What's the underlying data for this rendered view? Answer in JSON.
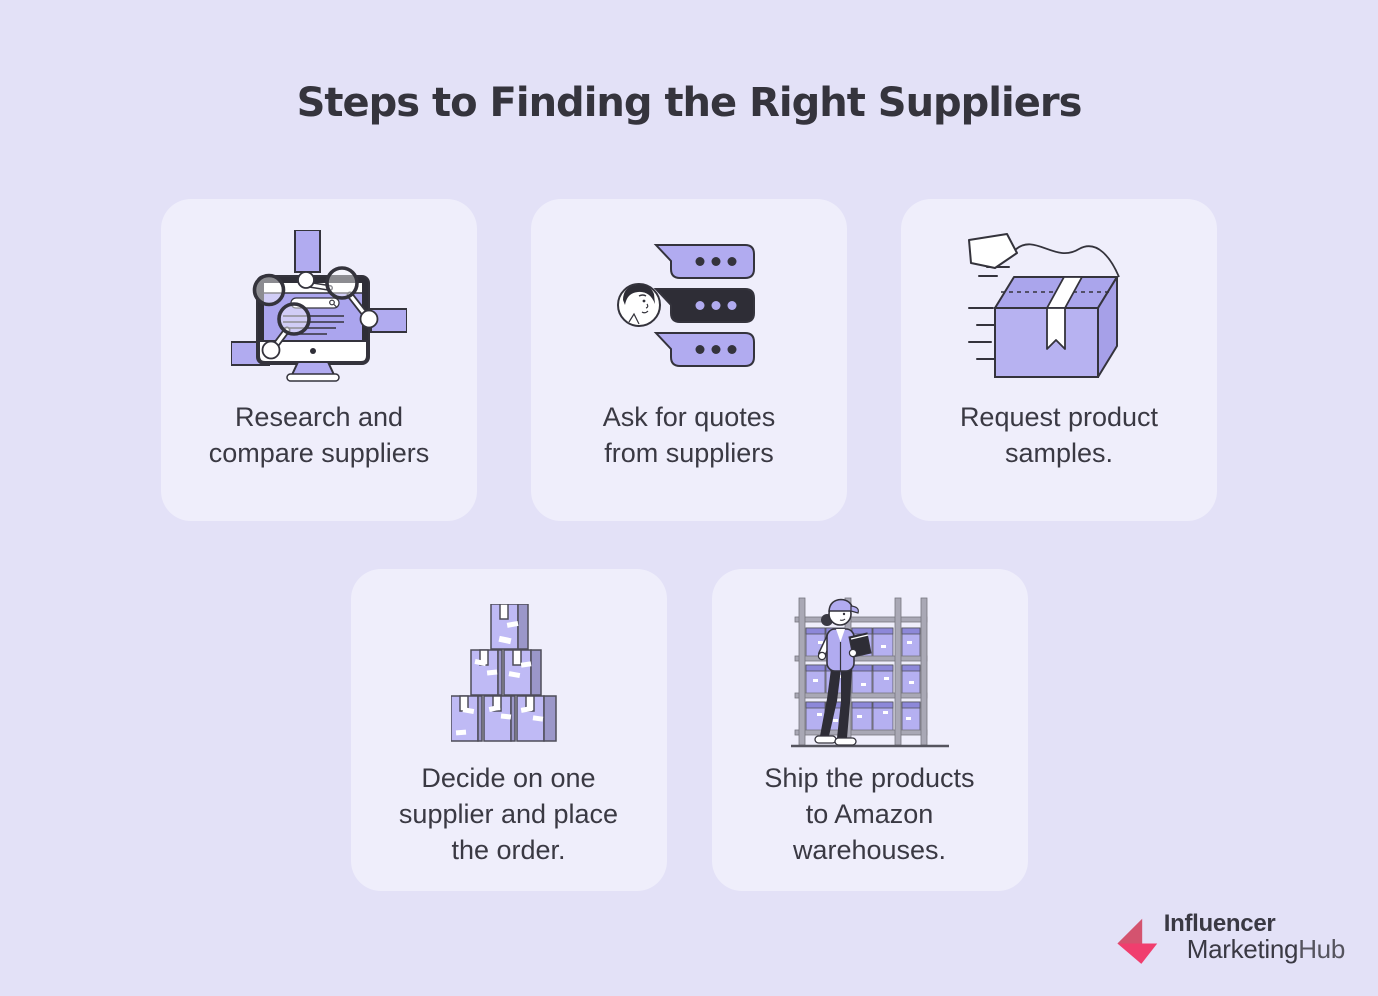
{
  "title": "Steps to Finding the Right Suppliers",
  "steps": [
    {
      "id": "research",
      "icon": "research-monitor-icon",
      "lines": [
        "Research and",
        "compare suppliers"
      ]
    },
    {
      "id": "quotes",
      "icon": "chat-quotes-icon",
      "lines": [
        "Ask for quotes",
        "from suppliers"
      ]
    },
    {
      "id": "samples",
      "icon": "sample-box-icon",
      "lines": [
        "Request product",
        "samples."
      ]
    },
    {
      "id": "decide",
      "icon": "box-stack-icon",
      "lines": [
        "Decide on one",
        "supplier and place",
        "the order."
      ]
    },
    {
      "id": "ship",
      "icon": "warehouse-worker-icon",
      "lines": [
        "Ship the products",
        "to Amazon",
        "warehouses."
      ]
    }
  ],
  "logo": {
    "line1": "Influencer",
    "line2_part1": "Marketing",
    "line2_part2": "Hub"
  },
  "colors": {
    "page_bg": "#e3e1f7",
    "card_bg": "#efeefb",
    "title_text": "#35343d",
    "body_text": "#3a3943",
    "illustration_purple": "#b1abf0",
    "illustration_purple_dark": "#9b97c9",
    "illustration_outline": "#34333c",
    "illustration_ink": "#2e2d36",
    "rack_gray": "#a9a8b5",
    "logo_pink_bright": "#f03e6e",
    "logo_pink_muted": "#d4536f",
    "logo_text": "#3a3943"
  }
}
